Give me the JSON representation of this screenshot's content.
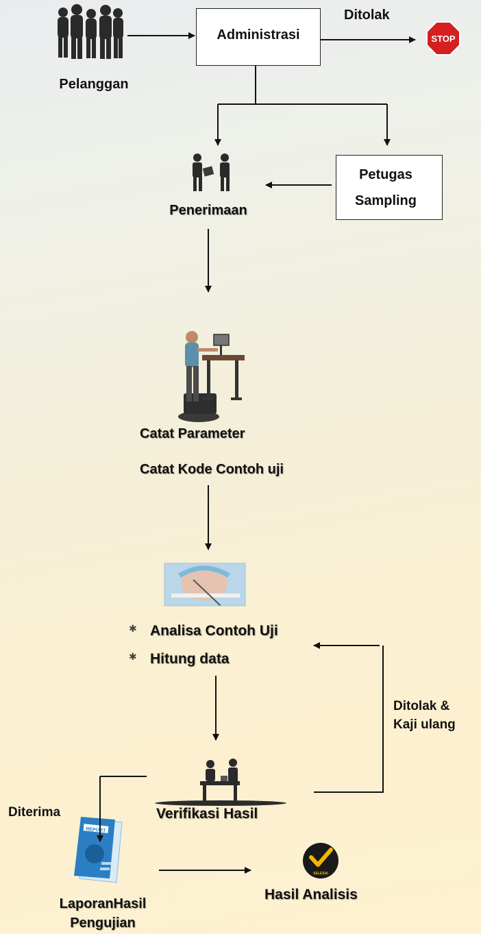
{
  "nodes": {
    "customer": "Pelanggan",
    "administration": "Administrasi",
    "sampling_officer": [
      "Petugas",
      "Sampling"
    ],
    "reception": "Penerimaan",
    "record_parameter": "Catat Parameter",
    "record_code": "Catat Kode Contoh uji",
    "analysis": "Analisa Contoh Uji",
    "calculation": "Hitung data",
    "verification": "Verifikasi Hasil",
    "report": [
      "LaporanHasil",
      "Pengujian"
    ],
    "result": "Hasil Analisis"
  },
  "edges": {
    "rejected": "Ditolak",
    "rejected_review": [
      "Ditolak &",
      "Kaji ulang"
    ],
    "accepted": "Diterima"
  },
  "icons": {
    "stop_sign": "STOP",
    "report_doc": "REPORT",
    "done_badge": "SELESAI"
  },
  "colors": {
    "stop_red": "#d42020",
    "report_blue": "#2a7fc4",
    "check_yellow": "#f2b705"
  }
}
